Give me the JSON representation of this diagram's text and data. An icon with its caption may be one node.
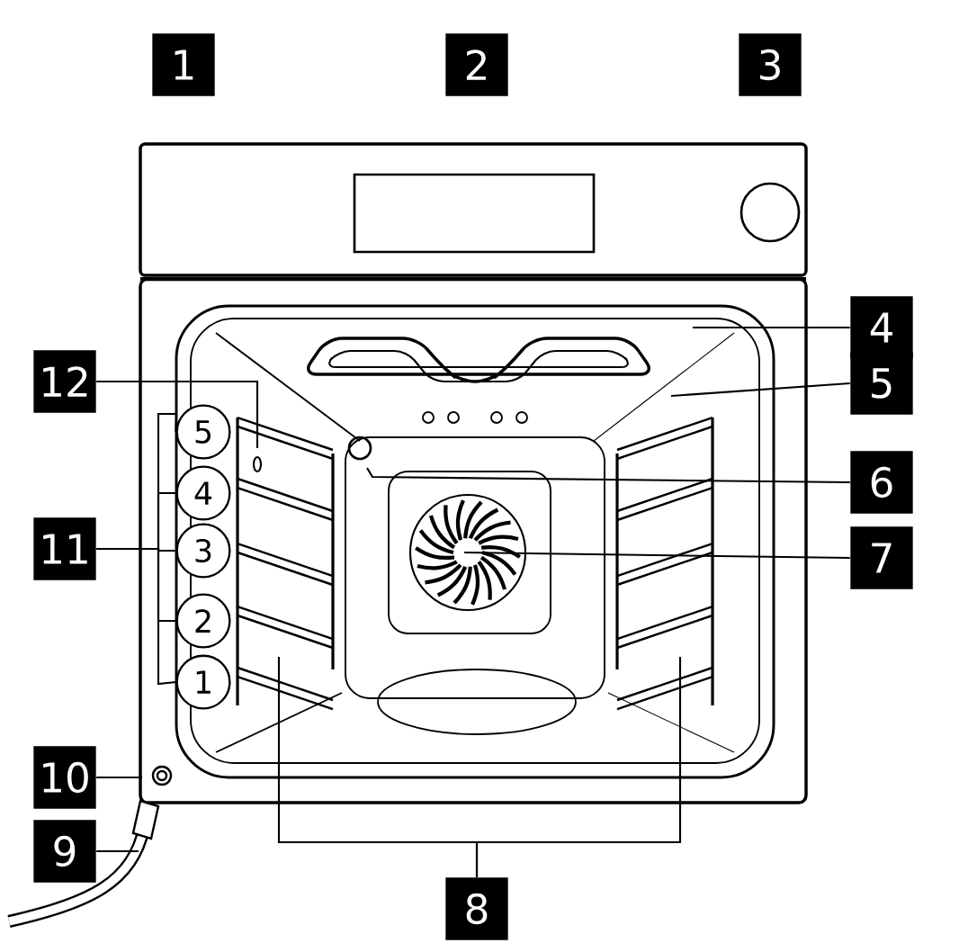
{
  "diagram": {
    "nodes": [
      {
        "text": [
          "1"
        ]
      },
      {
        "text": [
          "2"
        ]
      },
      {
        "text": [
          "3"
        ]
      },
      {
        "text": [
          "4"
        ]
      },
      {
        "text": [
          "12"
        ]
      },
      {
        "text": [
          "5"
        ]
      },
      {
        "text": [
          "5"
        ]
      },
      {
        "text": [
          "6"
        ]
      },
      {
        "text": [
          "4"
        ]
      },
      {
        "text": [
          "11"
        ]
      },
      {
        "text": [
          "3"
        ]
      },
      {
        "text": [
          "7"
        ]
      },
      {
        "text": [
          "2"
        ]
      },
      {
        "text": [
          "1"
        ]
      },
      {
        "text": [
          "10"
        ]
      },
      {
        "text": [
          "9"
        ]
      },
      {
        "text": [
          "8"
        ]
      }
    ],
    "edges": [
      {
        "from": 3,
        "to": null,
        "arrow": "none"
      },
      {
        "from": 5,
        "to": null,
        "arrow": "none"
      },
      {
        "from": 4,
        "to": null,
        "arrow": "none"
      },
      {
        "from": 7,
        "to": null,
        "arrow": "none"
      },
      {
        "from": 9,
        "to": 6,
        "arrow": "none"
      },
      {
        "from": 9,
        "to": 8,
        "arrow": "none"
      },
      {
        "from": 9,
        "to": 10,
        "arrow": "none"
      },
      {
        "from": 9,
        "to": 12,
        "arrow": "none"
      },
      {
        "from": 9,
        "to": 13,
        "arrow": "none"
      },
      {
        "from": 11,
        "to": null,
        "arrow": "none"
      },
      {
        "from": 14,
        "to": null,
        "arrow": "none"
      },
      {
        "from": 15,
        "to": null,
        "arrow": "none"
      },
      {
        "from": 16,
        "to": null,
        "arrow": "none"
      },
      {
        "from": 16,
        "to": null,
        "arrow": "none"
      }
    ]
  }
}
